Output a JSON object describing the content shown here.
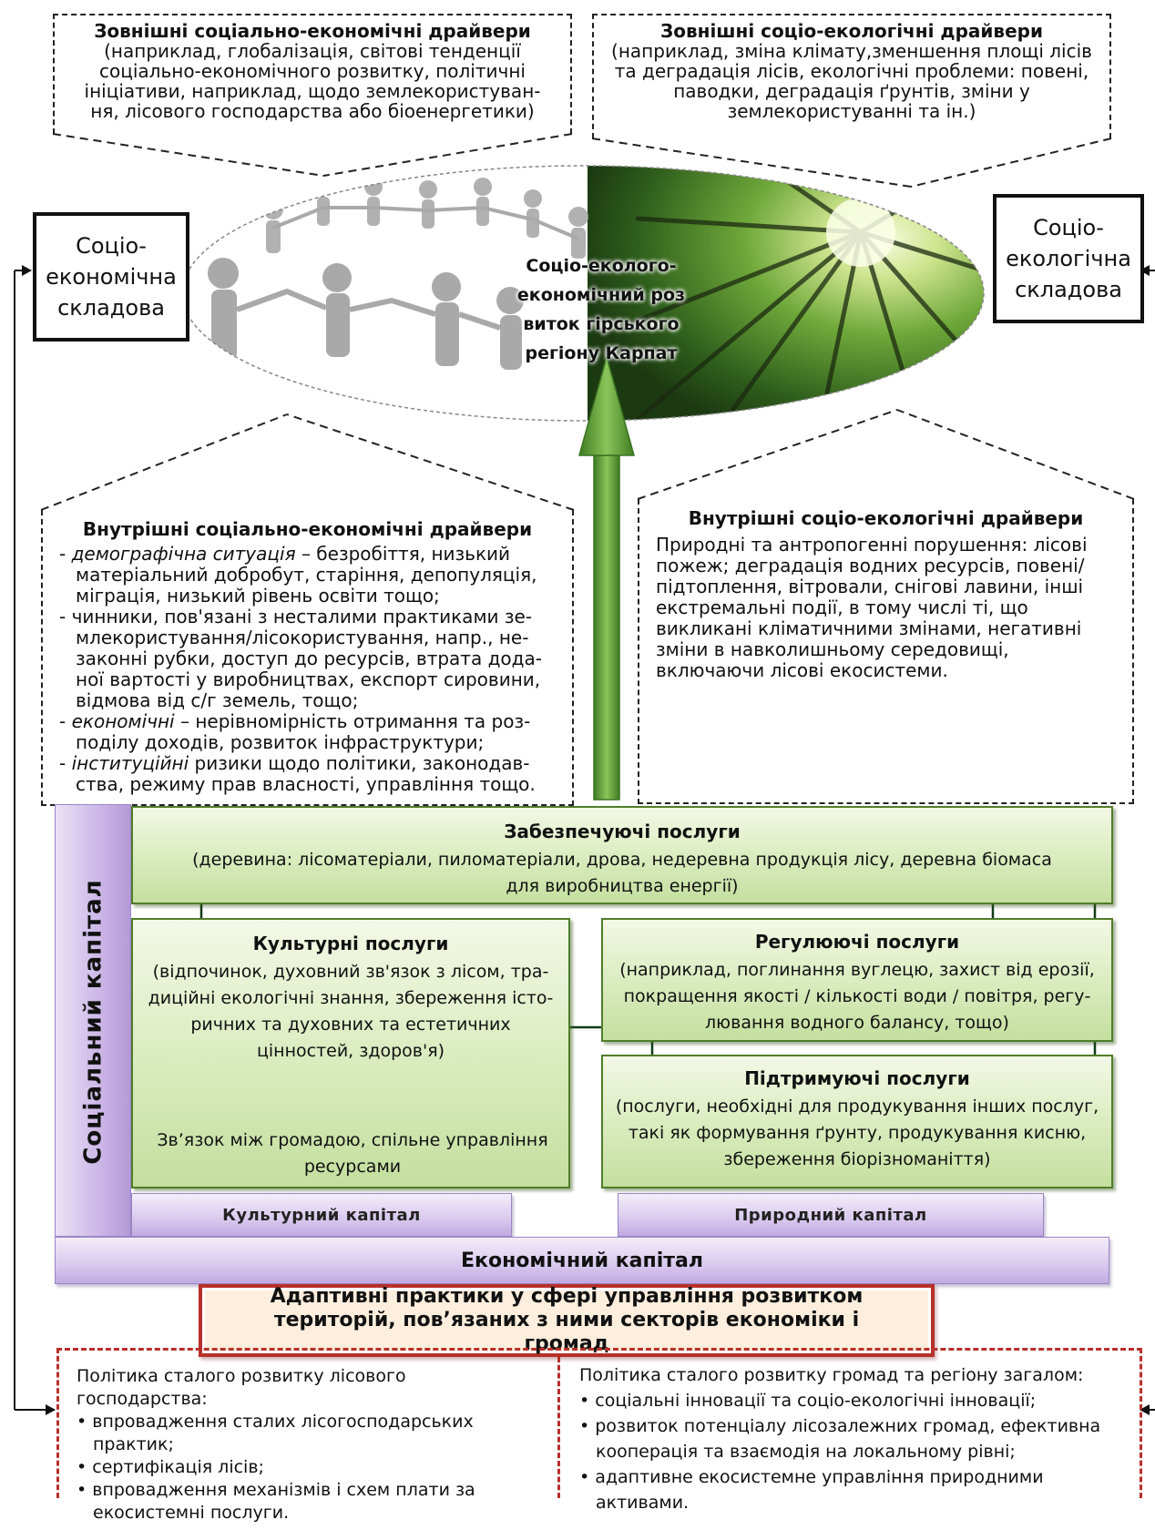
{
  "external": {
    "socio_economic": {
      "title": "Зовнішні соціально-економічні драйвери",
      "text": "(наприклад, глобалізація, світові тенденції соціально-економічного розвитку, політичні ініціативи, наприклад, щодо землекористуван-ня, лісового господарства або біоенергетики)"
    },
    "socio_ecological": {
      "title": "Зовнішні соціо-екологічні драйвери",
      "text": "(наприклад, зміна клімату,зменшення площі лісів та деградація лісів, екологічні проблеми: повені, паводки, деградація ґрунтів, зміни у землекористуванні та ін.)"
    }
  },
  "components": {
    "left": "Соціо-економічна складова",
    "right": "Соціо-екологічна складова"
  },
  "center_label": "Соціо-еколого-економічний роз виток гірського регіону Карпат",
  "internal": {
    "socio_economic": {
      "title": "Внутрішні соціально-економічні драйвери",
      "items": [
        {
          "em": "демографічна ситуація",
          "text": " – безробіття, низький матеріальний добробут, старіння, депопуляція, міграція, низький рівень освіти тощо;"
        },
        {
          "em": "",
          "text": "чинники, пов'язані з несталими практиками зе-млекористування/лісокористування, напр., не-законні рубки, доступ до ресурсів, втрата дода-ної вартості у виробництвах, експорт сировини, відмова від с/г земель, тощо;"
        },
        {
          "em": "економічні",
          "text": " – нерівномірність отримання та роз-поділу доходів, розвиток інфраструктури;"
        },
        {
          "em": "інституційні",
          "text": " ризики щодо політики, законодав-ства, режиму прав власності, управління тощо."
        }
      ]
    },
    "socio_ecological": {
      "title": "Внутрішні соціо-екологічні драйвери",
      "text": "Природні та антропогенні порушення: лісові пожеж; деградація водних ресурсів, повені/підтоплення, вітровали, снігові лавини, інші екстремальні події, в тому числі ті, що викликані кліматичними змінами, негативні зміни в навколишньому середовищі, включаючи лісові екосистеми."
    }
  },
  "services": {
    "provisioning": {
      "title": "Забезпечуючі послуги",
      "text": "(деревина: лісоматеріали, пиломатеріали, дрова, недеревна продукція лісу, деревна біомаса для виробництва енергії)"
    },
    "cultural": {
      "title": "Культурні послуги",
      "text": "(відпочинок, духовний зв'язок з лісом, тра-диційні екологічні знання, збереження істо-ричних та духовних та естетичних цінностей, здоров'я)",
      "result": "Зв’язок між громадою, спільне управління ресурсами"
    },
    "regulating": {
      "title": "Регулюючі послуги",
      "text": "(наприклад, поглинання вуглецю, захист від ерозії, покращення якості / кількості води / повітря, регу-лювання водного балансу, тощо)"
    },
    "supporting": {
      "title": "Підтримуючі послуги",
      "text": "(послуги, необхідні для продукування інших послуг, такі як формування ґрунту, продукування кисню, збереження біорізноманіття)"
    }
  },
  "capitals": {
    "social": "Соціальний капітал",
    "cultural": "Культурний капітал",
    "natural": "Природний капітал",
    "economic": "Економічний капітал"
  },
  "adaptive": "Адаптивні практики у сфері управління розвитком територій, пов’язаних з ними секторів економіки і громад",
  "policy": {
    "forest": {
      "title": "Політика сталого розвитку лісового господарства:",
      "items": [
        "впровадження сталих лісогосподарських практик;",
        "сертифікація лісів;",
        "впровадження механізмів і схем плати за екосистемні послуги."
      ]
    },
    "community": {
      "title": "Політика сталого розвитку громад та регіону загалом:",
      "items": [
        "соціальні інновації та соціо-екологічні інновації;",
        "розвиток потенціалу лісозалежних громад, ефективна кооперація та взаємодія на локальному рівні;",
        "адаптивне екосистемне управління природними активами."
      ]
    }
  },
  "colors": {
    "arrow_green": "#5fa336",
    "service_border": "#4f7d2a",
    "capital_purple": "#c1aae0",
    "adaptive_red": "#b8302a",
    "adaptive_fill": "#fdeede"
  }
}
